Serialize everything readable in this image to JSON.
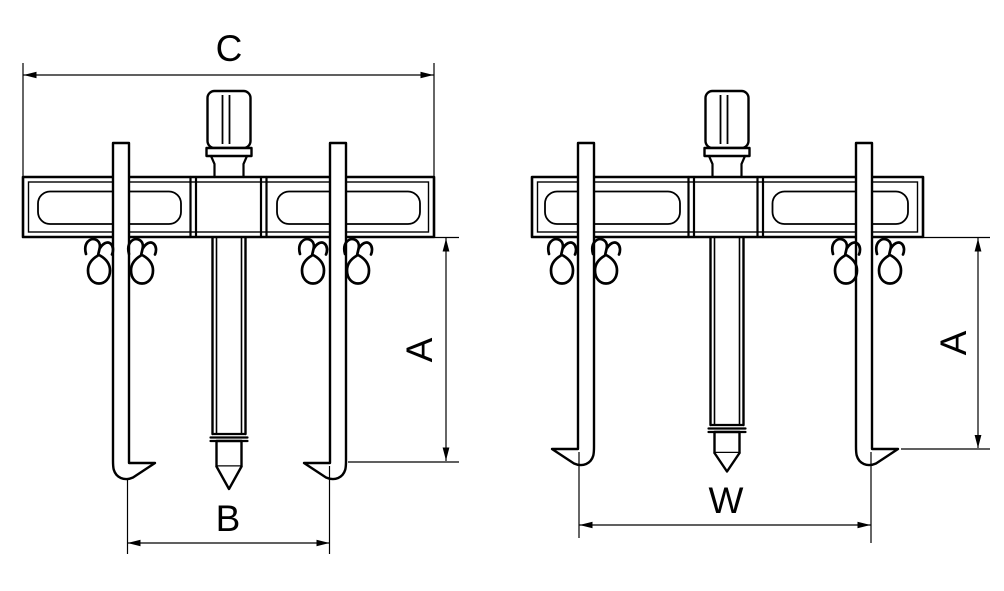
{
  "figure": {
    "kind": "technical-line-drawing",
    "subject": "two-jaw puller shown in two configurations",
    "background_color": "#ffffff",
    "line_color": "#000000",
    "views": [
      {
        "name": "puller-jaws-inward",
        "dims": [
          {
            "label": "C"
          },
          {
            "label": "A"
          },
          {
            "label": "B"
          }
        ]
      },
      {
        "name": "puller-jaws-outward",
        "dims": [
          {
            "label": "A"
          },
          {
            "label": "W"
          }
        ]
      }
    ]
  }
}
